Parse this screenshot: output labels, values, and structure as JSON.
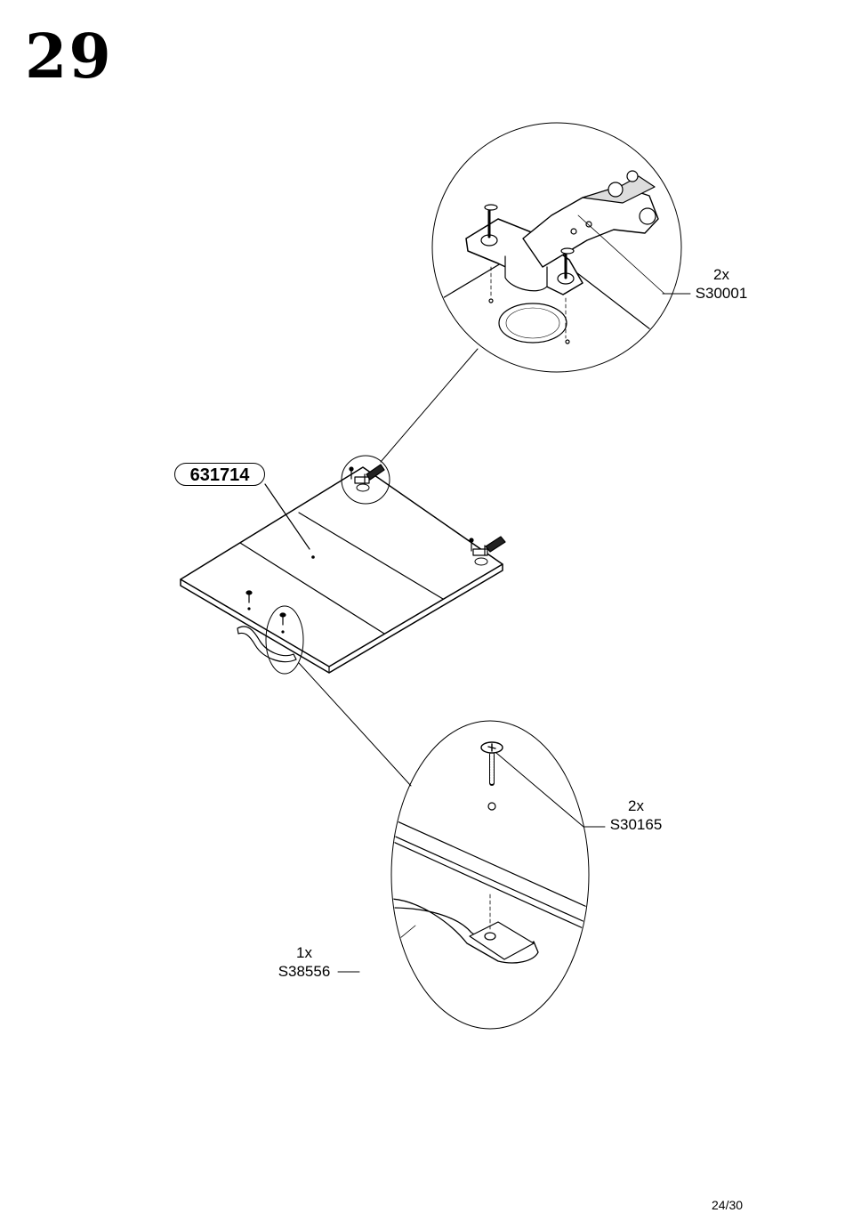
{
  "step": {
    "number": "29"
  },
  "panel": {
    "part_number": "631714"
  },
  "callouts": [
    {
      "qty": "2x",
      "code": "S30001"
    },
    {
      "qty": "2x",
      "code": "S30165"
    },
    {
      "qty": "1x",
      "code": "S38556"
    }
  ],
  "page": {
    "number": "24/30"
  }
}
